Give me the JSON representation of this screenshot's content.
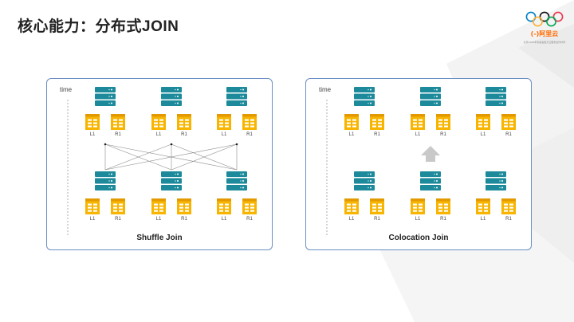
{
  "slide": {
    "title": "核心能力：分布式JOIN",
    "logo": {
      "brand_text": "(-)阿里云",
      "tagline": "北京2022年冬奥会官方云服务合作伙伴"
    }
  },
  "diagrams": [
    {
      "title": "Shuffle Join",
      "time_label": "time",
      "top_row": [
        {
          "tables": [
            "L1",
            "R1"
          ]
        },
        {
          "tables": [
            "L1",
            "R1"
          ]
        },
        {
          "tables": [
            "L1",
            "R1"
          ]
        }
      ],
      "bottom_row": [
        {
          "tables": [
            "L1",
            "R1"
          ]
        },
        {
          "tables": [
            "L1",
            "R1"
          ]
        },
        {
          "tables": [
            "L1",
            "R1"
          ]
        }
      ],
      "transfer": "all-to-all"
    },
    {
      "title": "Colocation Join",
      "time_label": "time",
      "top_row": [
        {
          "tables": [
            "L1",
            "R1"
          ]
        },
        {
          "tables": [
            "L1",
            "R1"
          ]
        },
        {
          "tables": [
            "L1",
            "R1"
          ]
        }
      ],
      "bottom_row": [
        {
          "tables": [
            "L1",
            "R1"
          ]
        },
        {
          "tables": [
            "L1",
            "R1"
          ]
        },
        {
          "tables": [
            "L1",
            "R1"
          ]
        }
      ],
      "transfer": "arrow-up"
    }
  ],
  "colors": {
    "server": "#1c8a9a",
    "table_fill": "#f7b500",
    "table_header": "#e39a00",
    "panel_border": "#6b8fc4"
  }
}
